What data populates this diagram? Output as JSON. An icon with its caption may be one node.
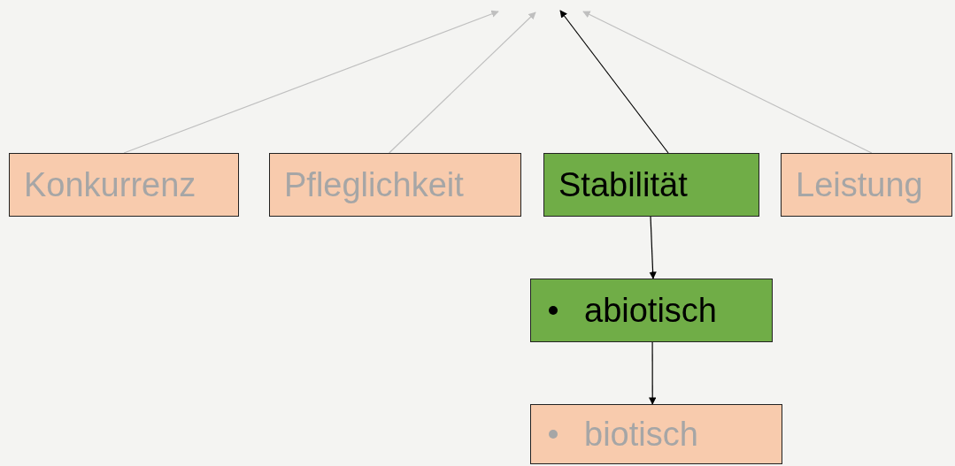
{
  "diagram": {
    "nodes": [
      {
        "text": [
          "Konkurrenz"
        ]
      },
      {
        "text": [
          "Pfleglichkeit"
        ]
      },
      {
        "text": [
          "Stabilität"
        ]
      },
      {
        "text": [
          "Leistung"
        ]
      },
      {
        "text": [
          "abiotisch"
        ]
      },
      {
        "text": [
          "biotisch"
        ]
      }
    ],
    "edges": [
      {
        "from": 0,
        "to": null,
        "arrow": "to",
        "color": "#bfbfbf"
      },
      {
        "from": 1,
        "to": null,
        "arrow": "to",
        "color": "#bfbfbf"
      },
      {
        "from": 2,
        "to": null,
        "arrow": "to",
        "color": "#000000"
      },
      {
        "from": 3,
        "to": null,
        "arrow": "to",
        "color": "#bfbfbf"
      },
      {
        "from": 2,
        "to": 4,
        "arrow": "to",
        "color": "#000000"
      },
      {
        "from": 4,
        "to": 5,
        "arrow": "to",
        "color": "#000000"
      }
    ]
  }
}
